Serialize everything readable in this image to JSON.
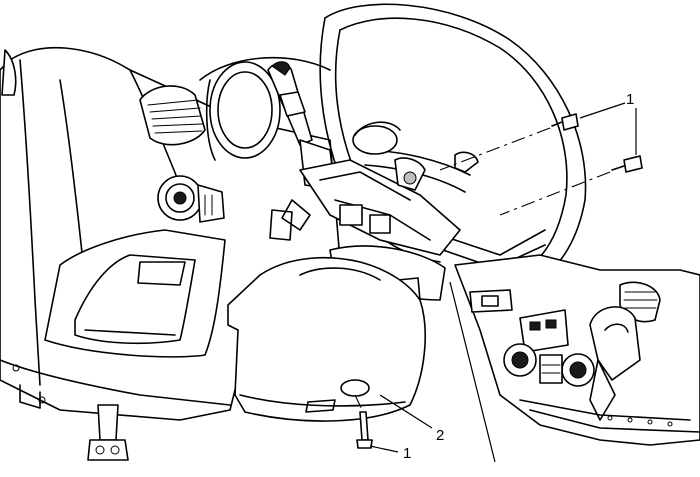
{
  "callouts": [
    {
      "id": "callout-1-upper",
      "text": "1"
    },
    {
      "id": "callout-1-lower",
      "text": "1"
    },
    {
      "id": "callout-2",
      "text": "2"
    }
  ]
}
